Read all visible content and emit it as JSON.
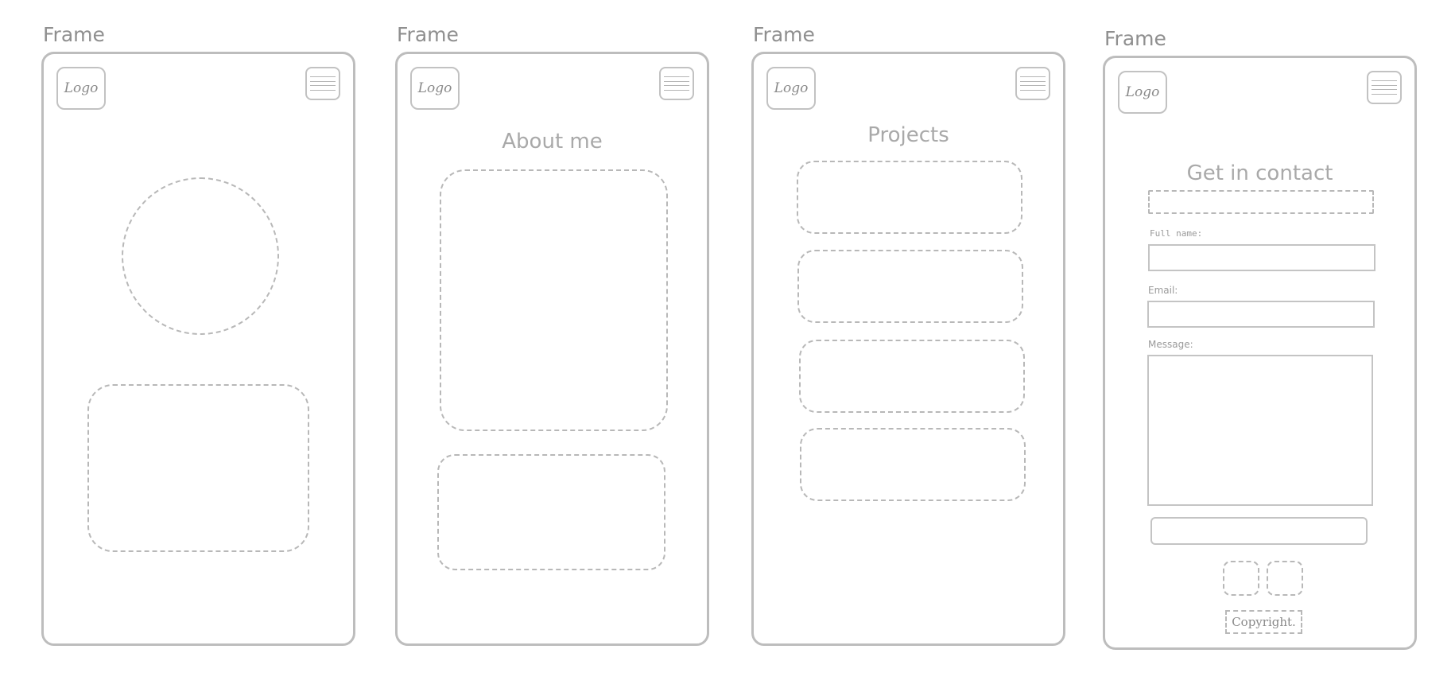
{
  "frames": [
    {
      "label": "Frame",
      "logo": "Logo"
    },
    {
      "label": "Frame",
      "logo": "Logo",
      "heading": "About me"
    },
    {
      "label": "Frame",
      "logo": "Logo",
      "heading": "Projects"
    },
    {
      "label": "Frame",
      "logo": "Logo",
      "heading": "Get in contact",
      "form": {
        "full_name_label": "Full name:",
        "email_label": "Email:",
        "message_label": "Message:"
      },
      "copyright": "Copyright."
    }
  ],
  "colors": {
    "stroke": "#bdbdbd",
    "dashed": "#b8b8b8",
    "text": "#8f8f8f"
  }
}
